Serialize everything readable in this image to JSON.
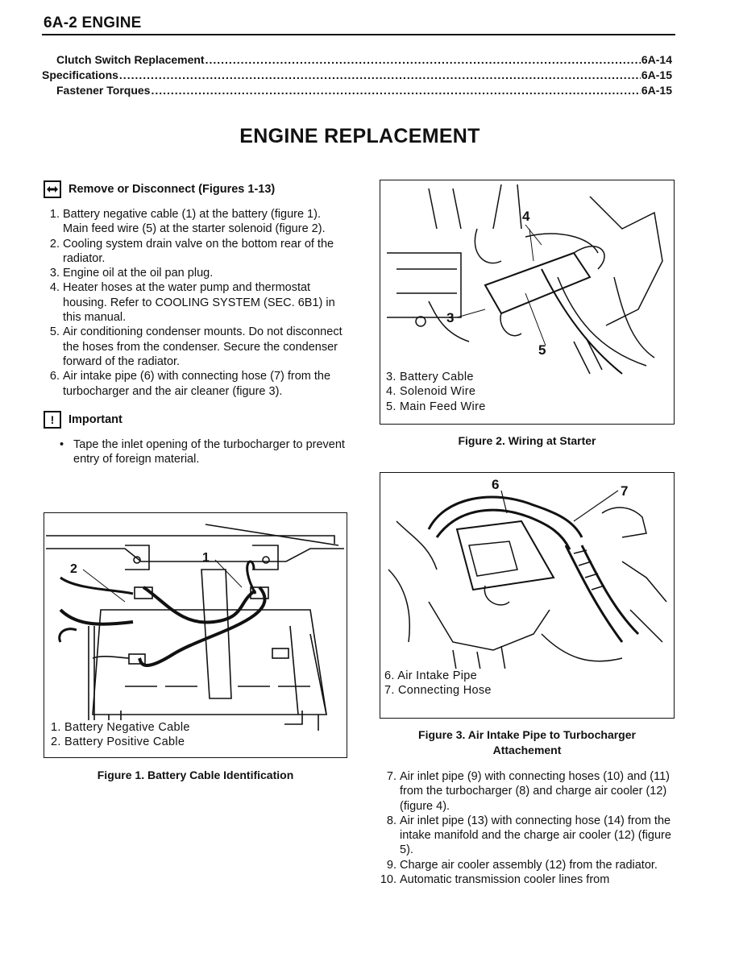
{
  "header": {
    "title": "6A-2 ENGINE"
  },
  "toc": [
    {
      "label": "Clutch Switch Replacement",
      "page": "6A-14",
      "indent": 18
    },
    {
      "label": "Specifications",
      "page": "6A-15",
      "indent": 0
    },
    {
      "label": "Fastener Torques",
      "page": "6A-15",
      "indent": 18
    }
  ],
  "main_title": "ENGINE REPLACEMENT",
  "procedure": {
    "icon": "remove-disconnect-icon",
    "heading": "Remove or Disconnect (Figures 1-13)",
    "steps_left": [
      {
        "num": "1.",
        "text": "Battery negative cable (1) at the battery (figure 1).\nMain feed wire (5) at the starter solenoid (figure 2)."
      },
      {
        "num": "2.",
        "text": "Cooling system drain valve on the bottom rear of the radiator."
      },
      {
        "num": "3.",
        "text": "Engine oil at the oil pan plug."
      },
      {
        "num": "4.",
        "text": "Heater hoses at the water pump and thermostat housing. Refer to COOLING SYSTEM (SEC. 6B1) in this manual."
      },
      {
        "num": "5.",
        "text": "Air conditioning condenser mounts. Do not disconnect the hoses from the condenser. Secure the condenser forward of the radiator."
      },
      {
        "num": "6.",
        "text": "Air intake pipe (6) with connecting hose (7) from the turbocharger and the air cleaner (figure 3)."
      }
    ],
    "steps_right": [
      {
        "num": "7.",
        "text": "Air inlet pipe (9) with connecting hoses (10) and (11) from the turbocharger (8) and charge air cooler (12) (figure 4)."
      },
      {
        "num": "8.",
        "text": "Air inlet pipe (13) with connecting hose (14) from the intake manifold and the charge air cooler (12) (figure 5)."
      },
      {
        "num": "9.",
        "text": "Charge air cooler assembly (12) from the radiator."
      },
      {
        "num": "10.",
        "text": "Automatic transmission cooler lines from"
      }
    ]
  },
  "important": {
    "icon": "important-icon",
    "icon_glyph": "!",
    "heading": "Important",
    "bullet": "Tape the inlet opening of the turbocharger to prevent entry of foreign material."
  },
  "figures": {
    "fig1": {
      "callouts": [
        "1",
        "2"
      ],
      "legend": [
        "1. Battery Negative Cable",
        "2. Battery Positive Cable"
      ],
      "caption": "Figure 1.  Battery Cable Identification"
    },
    "fig2": {
      "callouts": [
        "3",
        "4",
        "5"
      ],
      "legend": [
        "3. Battery Cable",
        "4. Solenoid Wire",
        "5. Main Feed Wire"
      ],
      "caption": "Figure 2.  Wiring at Starter"
    },
    "fig3": {
      "callouts": [
        "6",
        "7"
      ],
      "legend": [
        "6. Air Intake Pipe",
        "7. Connecting Hose"
      ],
      "caption_line1": "Figure 3.  Air Intake Pipe to Turbocharger",
      "caption_line2": "Attachement"
    }
  }
}
